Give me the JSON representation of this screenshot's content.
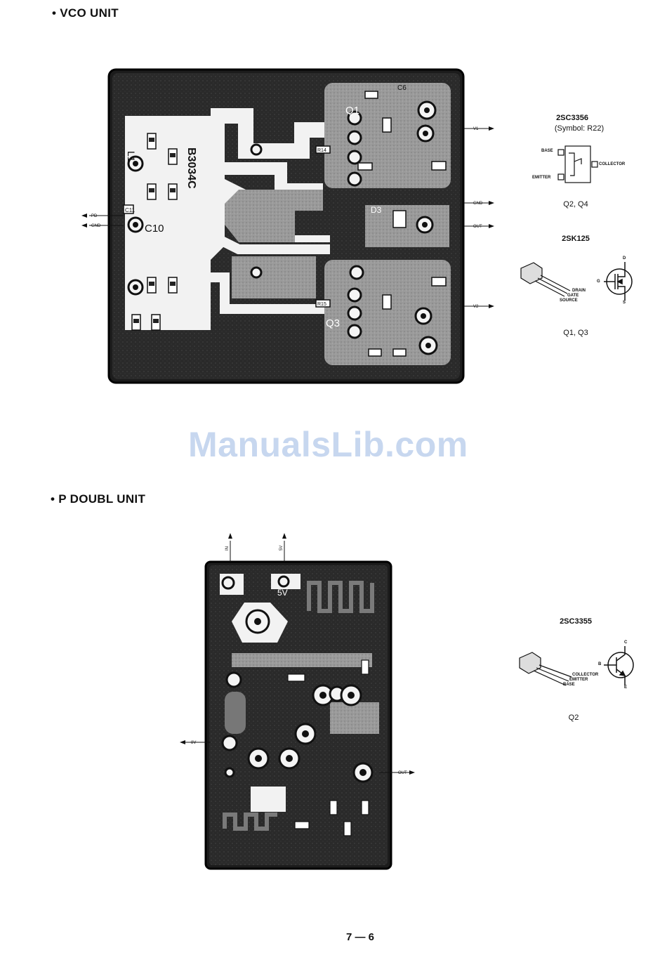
{
  "vco": {
    "heading": "• VCO UNIT",
    "board_text": "B3034C",
    "components": {
      "l1": "L1",
      "c10": "C10",
      "q1": "Q1",
      "q3": "Q3",
      "d3": "D3",
      "r14": "R14",
      "r15": "R15",
      "c11": "C11",
      "c6": "C6"
    },
    "signals": {
      "pd": "PD",
      "gnd_left": "GND",
      "v1": "V1",
      "gnd_right": "GND",
      "out": "OUT",
      "v2": "V2"
    },
    "transistor_a": {
      "part": "2SC3356",
      "symbol": "(Symbol: R22)",
      "base": "BASE",
      "collector": "COLLECTOR",
      "emitter": "EMITTER",
      "refs": "Q2, Q4"
    },
    "transistor_b": {
      "part": "2SK125",
      "drain": "DRAIN",
      "gate": "GATE",
      "source": "SOURCE",
      "d": "D",
      "g": "G",
      "s": "S",
      "refs": "Q1, Q3"
    }
  },
  "watermark": "ManualsLib.com",
  "pdoubl": {
    "heading": "• P DOUBL UNIT",
    "components": {
      "label_5v": "5V"
    },
    "signals": {
      "top_left": "IN",
      "top_right": "5V",
      "left": "8V",
      "out": "OUT"
    },
    "transistor": {
      "part": "2SC3355",
      "collector": "COLLECTOR",
      "emitter": "EMITTER",
      "base": "BASE",
      "c": "C",
      "b": "B",
      "e": "E",
      "refs": "Q2"
    }
  },
  "page_number": "7 — 6"
}
